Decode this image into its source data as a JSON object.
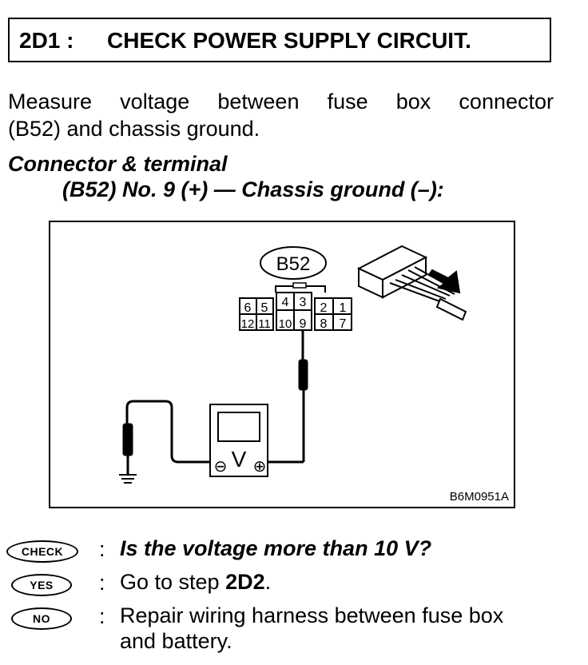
{
  "title": {
    "step": "2D1 :",
    "text": "CHECK POWER SUPPLY CIRCUIT."
  },
  "intro": {
    "line1": "Measure voltage between fuse box connector",
    "line2": "(B52) and chassis ground."
  },
  "connector": {
    "heading": "Connector & terminal",
    "spec": "(B52) No. 9 (+) — Chassis ground (–):"
  },
  "diagram": {
    "connector_label": "B52",
    "top_row_pins": [
      "6",
      "5",
      "4",
      "3",
      "2",
      "1"
    ],
    "bottom_row_pins": [
      "12",
      "11",
      "10",
      "9",
      "8",
      "7"
    ],
    "meter_symbol": "V",
    "minus_symbol": "⊖",
    "plus_symbol": "⊕",
    "figure_code": "B6M0951A"
  },
  "results": {
    "check": {
      "badge": "CHECK",
      "text": "Is the voltage more than 10 V?"
    },
    "yes": {
      "badge": "YES",
      "text_prefix": "Go to step ",
      "text_step": "2D2",
      "text_suffix": "."
    },
    "no": {
      "badge": "NO",
      "text_line1": "Repair wiring harness between fuse box",
      "text_line2": "and battery."
    }
  }
}
